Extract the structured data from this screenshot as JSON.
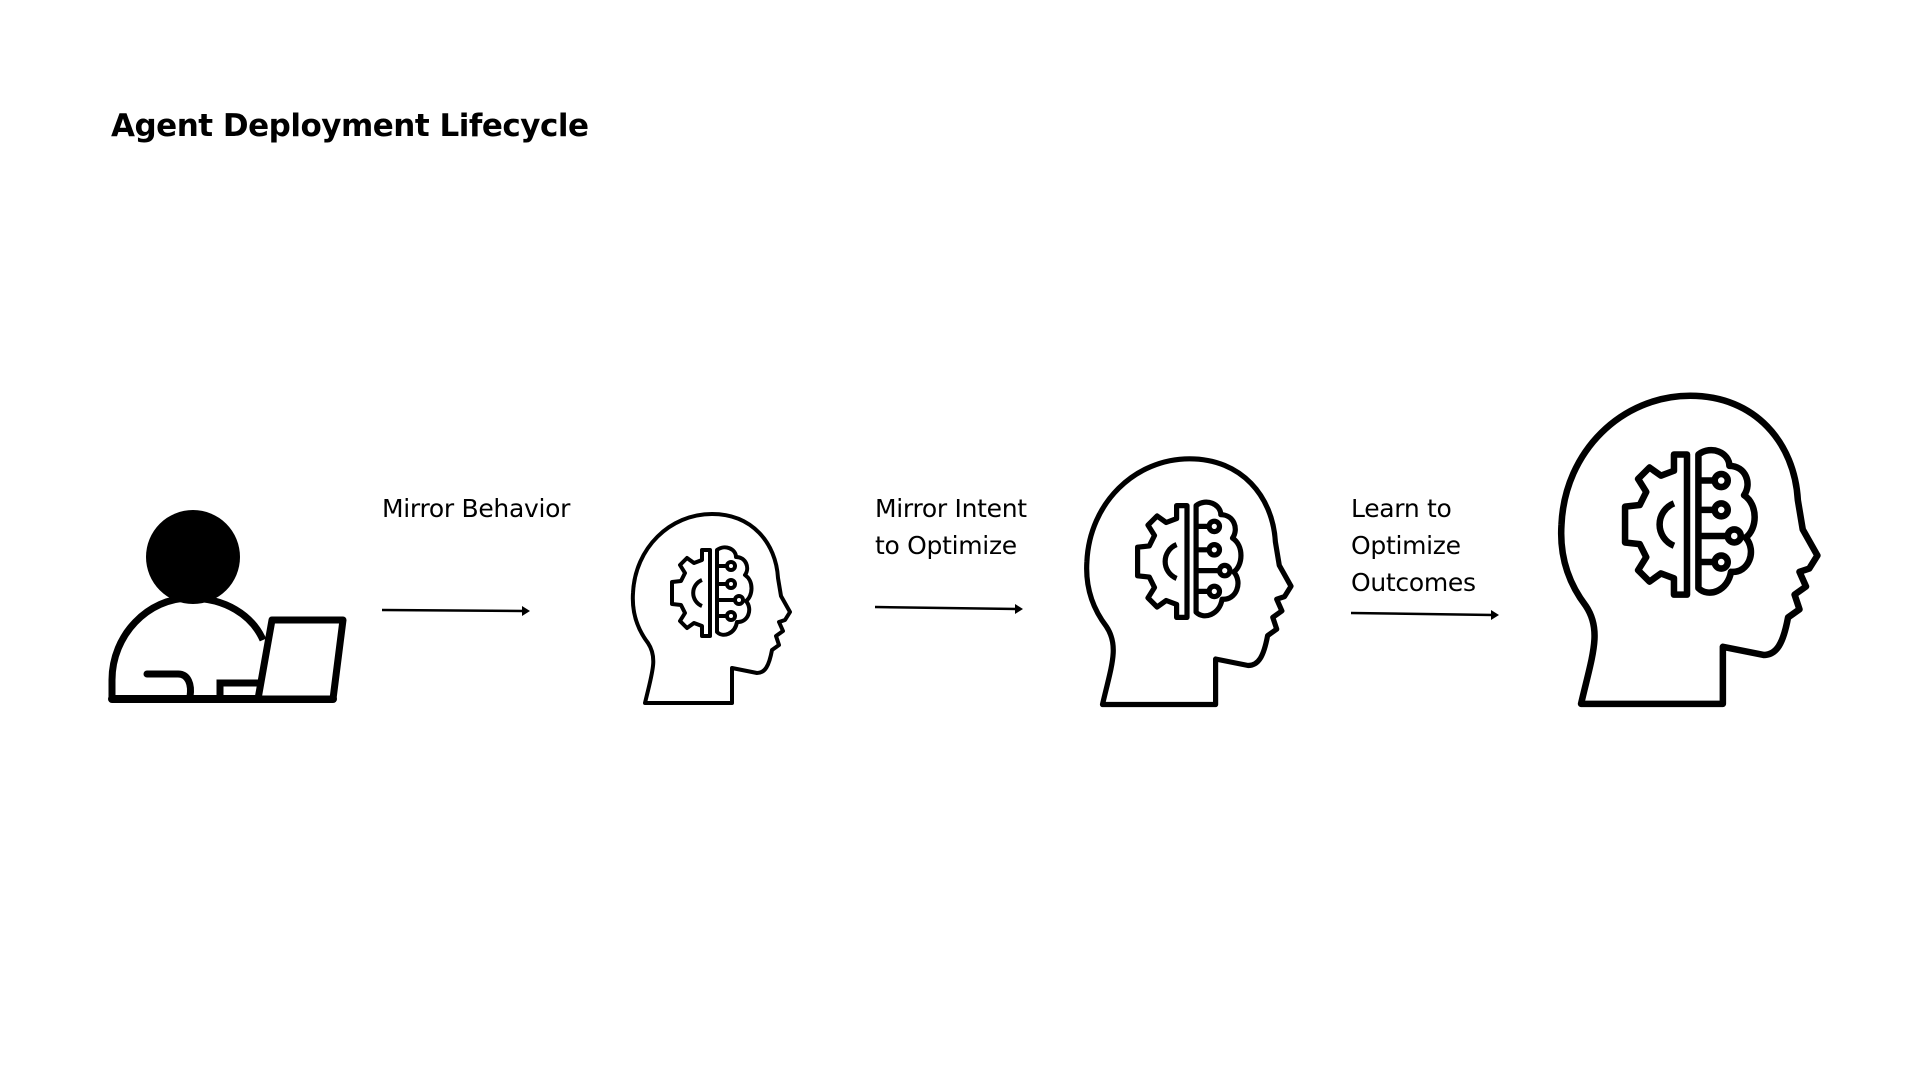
{
  "title": "Agent Deployment Lifecycle",
  "steps": [
    {
      "label_lines": [
        "Mirror Behavior"
      ],
      "icon": "arrow-right-icon"
    },
    {
      "label_lines": [
        "Mirror Intent",
        "to Optimize"
      ],
      "icon": "arrow-right-icon"
    },
    {
      "label_lines": [
        "Learn to",
        "Optimize",
        "Outcomes"
      ],
      "icon": "arrow-right-icon"
    }
  ],
  "icons": [
    "person-at-laptop-icon",
    "ai-head-icon",
    "ai-head-icon",
    "ai-head-icon"
  ],
  "colors": {
    "stroke": "#000000",
    "background": "#ffffff"
  }
}
